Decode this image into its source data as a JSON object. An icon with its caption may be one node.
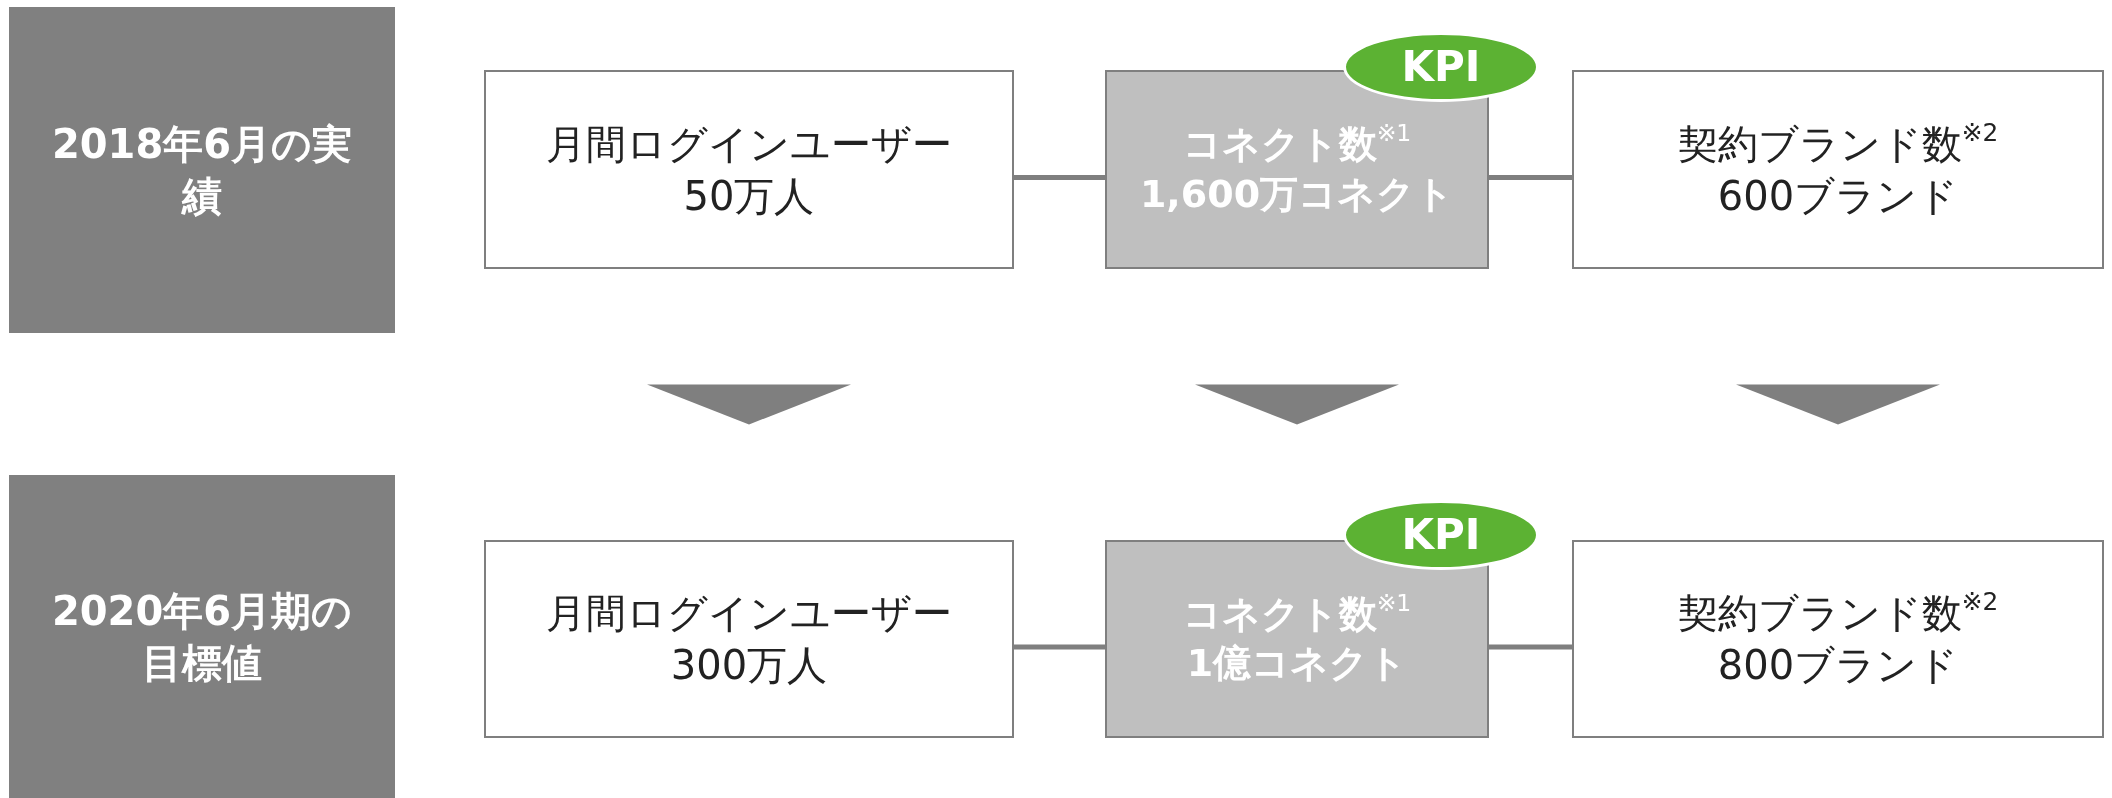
{
  "diagram": {
    "nodes": [
      {
        "text": [
          "2018年6月の実績"
        ]
      },
      {
        "text": [
          "月間ログインユーザー",
          "50万人"
        ]
      },
      {
        "text": [
          "コネクト数$^{※1}$",
          "1,600万コネクト"
        ]
      },
      {
        "text": [
          "KPI"
        ]
      },
      {
        "text": [
          "契約ブランド数$^{※2}$",
          "600ブランド"
        ]
      },
      {
        "text": [
          "2020年6月期の目標値"
        ]
      },
      {
        "text": [
          "月間ログインユーザー",
          "300万人"
        ]
      },
      {
        "text": [
          "コネクト数$^{※1}$",
          "1億コネクト"
        ]
      },
      {
        "text": [
          "KPI"
        ]
      },
      {
        "text": [
          "契約ブランド数$^{※2}$",
          "800ブランド"
        ]
      }
    ],
    "edges": [
      {
        "from": 1,
        "to": 2,
        "arrow": "none"
      },
      {
        "from": 2,
        "to": 4,
        "arrow": "none"
      },
      {
        "from": 6,
        "to": 7,
        "arrow": "none"
      },
      {
        "from": 7,
        "to": 9,
        "arrow": "none"
      },
      {
        "from": 1,
        "to": 6,
        "arrow": "to"
      },
      {
        "from": 2,
        "to": 7,
        "arrow": "to"
      },
      {
        "from": 4,
        "to": 9,
        "arrow": "to"
      }
    ]
  }
}
